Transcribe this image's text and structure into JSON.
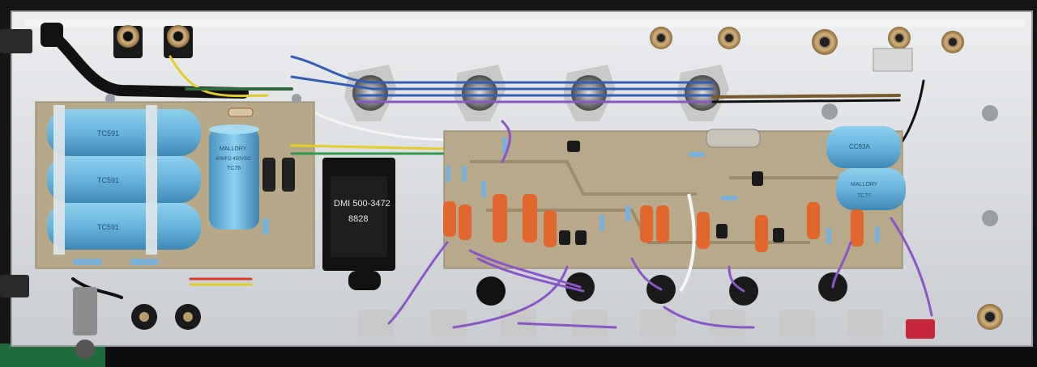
{
  "photo": {
    "subject": "amplifier chassis underside",
    "transformer_label": "DMI 500-3472",
    "transformer_code": "8828",
    "capacitor_brand": "MALLORY",
    "capacitor_rating": "40MFD 450VDC",
    "capacitor_code": "TC76",
    "left_cap_code_1": "TC591",
    "left_cap_code_2": "TC591",
    "left_cap_code_3": "TC591",
    "right_cap_top": "CC93A",
    "right_cap_bottom_brand": "MALLORY",
    "right_cap_bottom_code": "TC77"
  },
  "colors": {
    "chassis": "#d7dade",
    "board": "#b8a98a",
    "capacitor_blue": "#6fb6dc",
    "orange_cap": "#e2672e",
    "violet_wire": "#8a55c9",
    "blue_wire": "#2f5db8",
    "yellow_wire": "#e3cc2a",
    "transformer": "#1a1a1a"
  }
}
